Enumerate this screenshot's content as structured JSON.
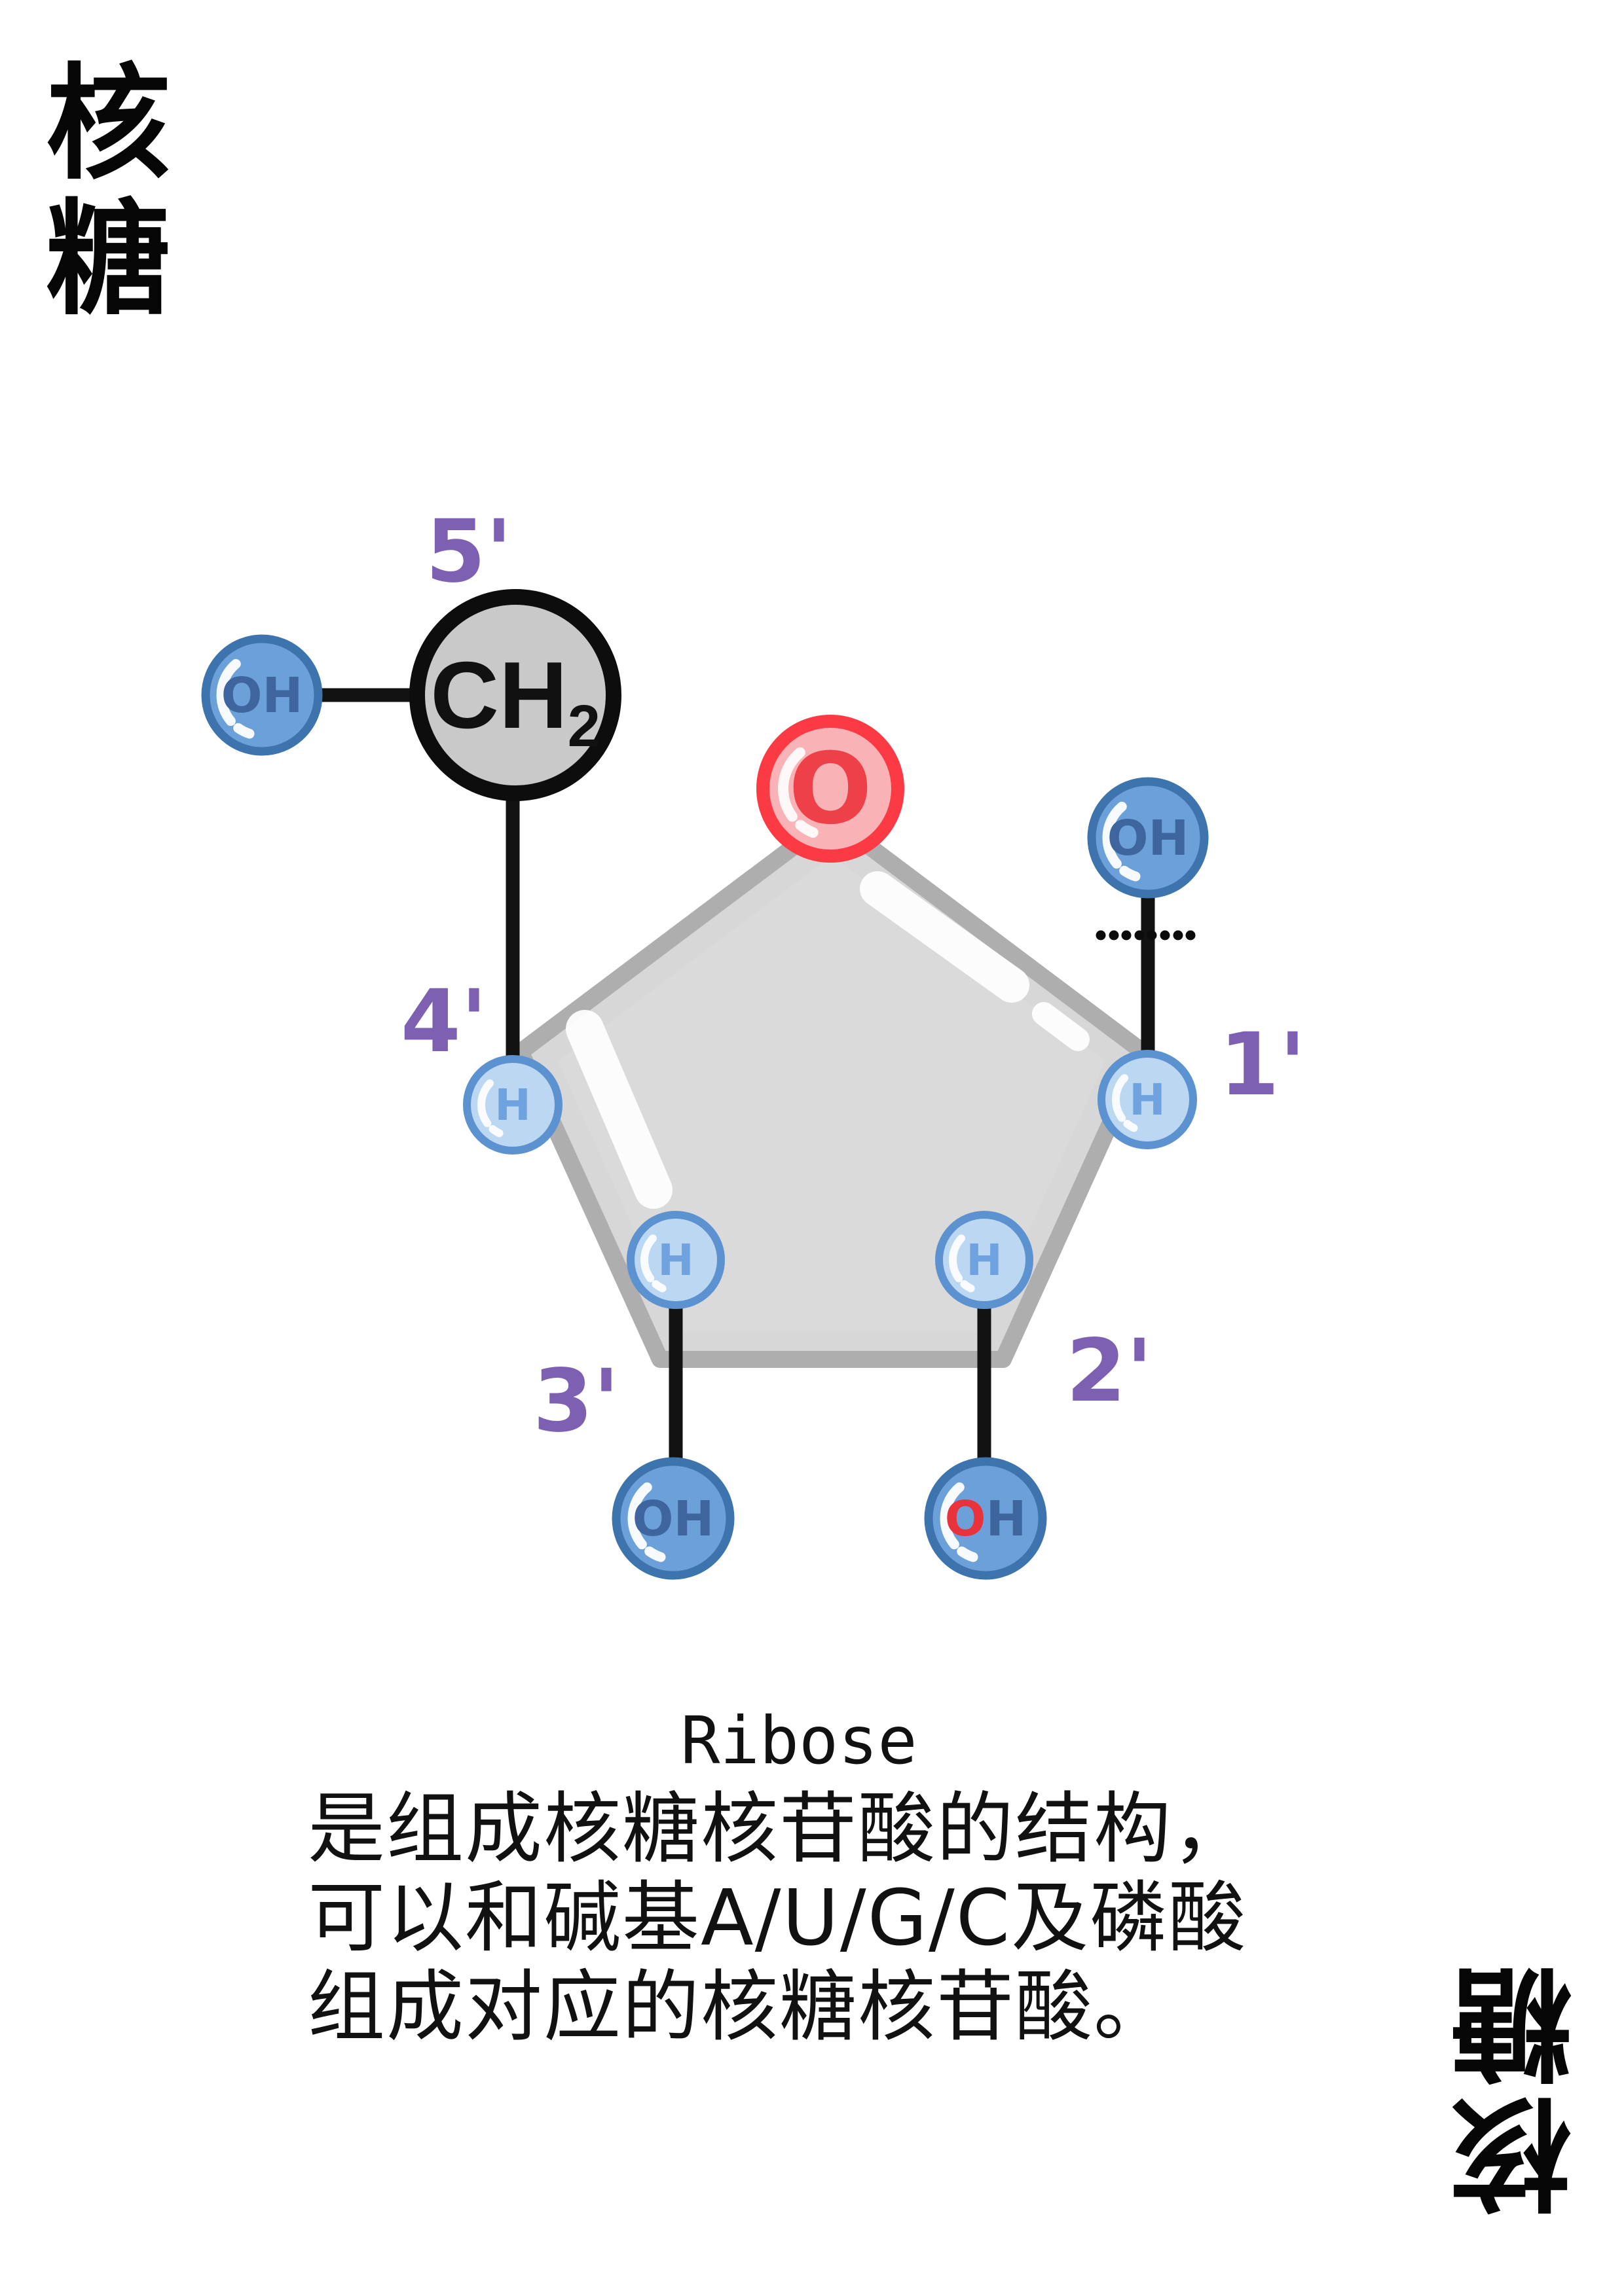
{
  "page": {
    "background": "#ffffff",
    "title_vertical": "核\n糖",
    "watermark_rotated": "核\n糖"
  },
  "molecule": {
    "name": "Ribose",
    "ring_oxygen": "O",
    "ch2": {
      "main": "CH",
      "sub": "2"
    },
    "hydroxyl": "OH",
    "hydrogen": "H",
    "hydroxyl_2prime": {
      "o": "O",
      "h": "H"
    }
  },
  "carbon_labels": {
    "c1": "1'",
    "c2": "2'",
    "c3": "3'",
    "c4": "4'",
    "c5": "5'"
  },
  "caption": {
    "title": "Ribose",
    "lines": [
      "是组成核糖核苷酸的结构，",
      "可以和碱基A/U/G/C及磷酸",
      "组成对应的核糖核苷酸。"
    ]
  },
  "colors": {
    "label_purple": "#7e60b2",
    "oxygen_ring_red": "#fb3a44",
    "oxygen_fill_pink": "#f9b3b7",
    "oxygen_letter_red": "#ee4049",
    "hydroxyl_fill": "#6ba1d8",
    "hydroxyl_border": "#3e74ad",
    "hydroxyl_text": "#3f659e",
    "hydrogen_fill": "#bcd7f2",
    "hydrogen_border": "#5b92cf",
    "hydrogen_text": "#6fa2de",
    "pentagon_fill": "#d7d7d7",
    "pentagon_border": "#aeaeae",
    "ch2_fill": "#c9c9c9",
    "bond_black": "#121212",
    "text_black": "#111111"
  }
}
